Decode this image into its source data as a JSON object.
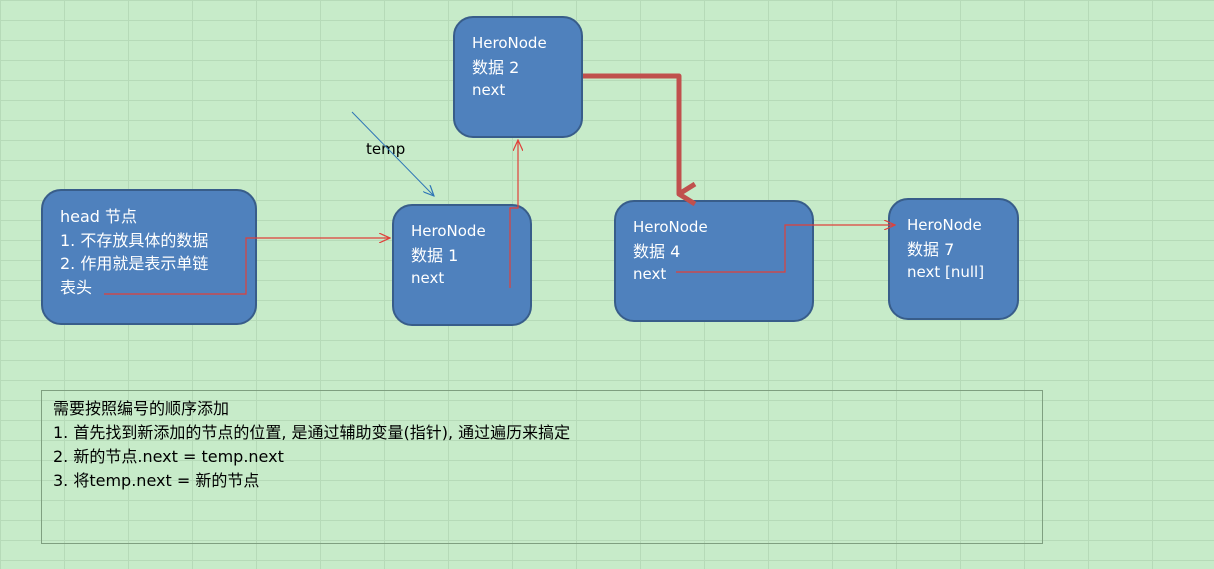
{
  "head_node": {
    "title": "head 节点",
    "line1": "1. 不存放具体的数据",
    "line2": "2. 作用就是表示单链",
    "line3": "表头"
  },
  "nodes": [
    {
      "title": "HeroNode",
      "data": "数据 1",
      "next": "next"
    },
    {
      "title": "HeroNode",
      "data": "数据 2",
      "next": "next"
    },
    {
      "title": "HeroNode",
      "data": "数据 4",
      "next": "next"
    },
    {
      "title": "HeroNode",
      "data": "数据 7",
      "next": "next [null]"
    }
  ],
  "temp_label": "temp",
  "note": {
    "title": "需要按照编号的顺序添加",
    "step1": "1. 首先找到新添加的节点的位置, 是通过辅助变量(指针), 通过遍历来搞定",
    "step2": "2. 新的节点.next = temp.next",
    "step3": "3. 将temp.next = 新的节点"
  },
  "colors": {
    "background": "#c7ebc9",
    "node_fill": "#4f81bd",
    "node_border": "#385d8a",
    "link_arrow": "#e0403a",
    "insert_arrow": "#c0504d",
    "temp_arrow": "#2e75b6"
  }
}
